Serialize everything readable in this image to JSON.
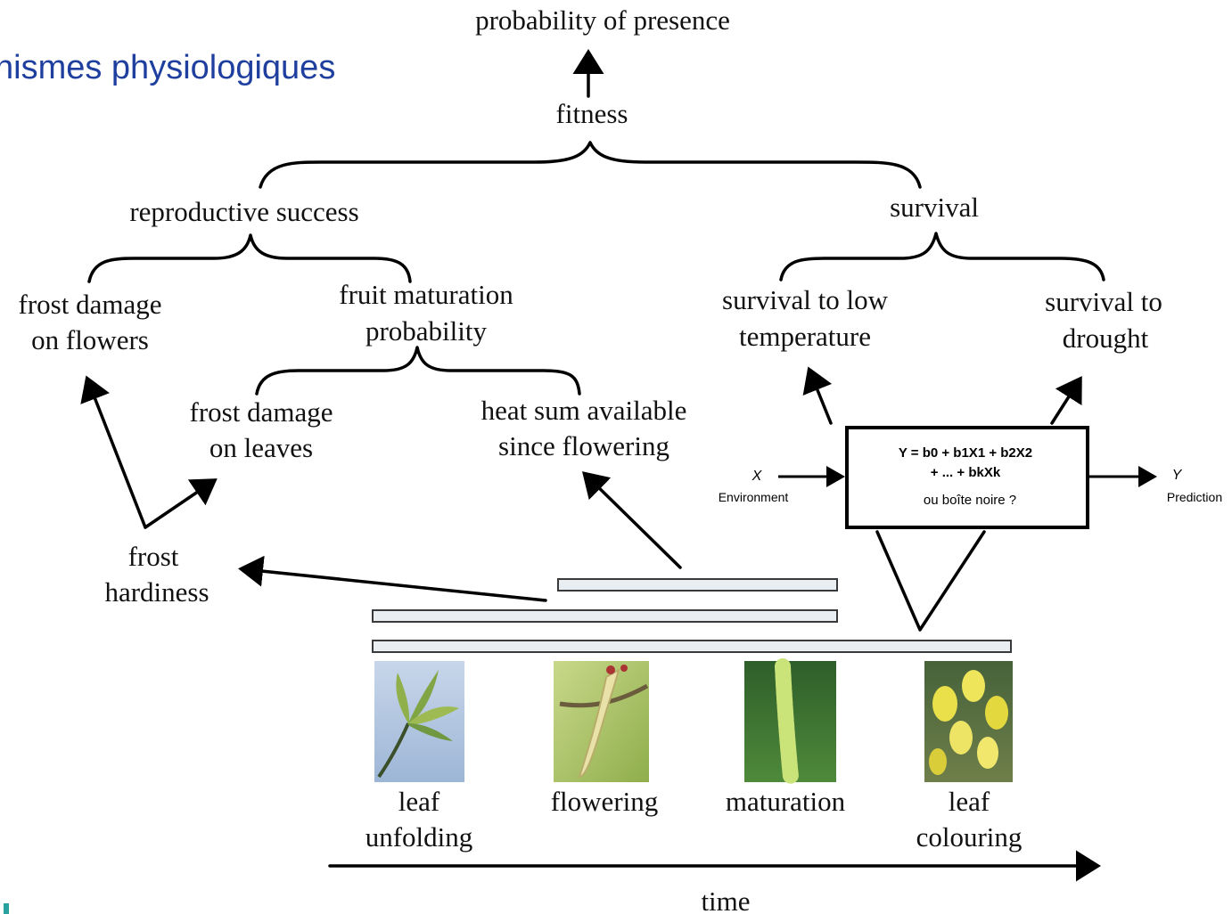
{
  "header": {
    "slide_title": "nismes physiologiques",
    "title_color": "#1f3f9f"
  },
  "diagram": {
    "top_label": "probability of presence",
    "fitness": "fitness",
    "reproductive_success": "reproductive success",
    "survival": "survival",
    "frost_damage_flowers": [
      "frost damage",
      "on flowers"
    ],
    "fruit_maturation": [
      "fruit maturation",
      "probability"
    ],
    "frost_damage_leaves": [
      "frost damage",
      "on leaves"
    ],
    "heat_sum": [
      "heat sum available",
      "since flowering"
    ],
    "survival_low_temp": [
      "survival to low",
      "temperature"
    ],
    "survival_drought": [
      "survival to",
      "drought"
    ],
    "frost_hardiness": [
      "frost",
      "hardiness"
    ],
    "model_box": {
      "equation_line1": "Y = b0 + b1X1 + b2X2",
      "equation_line2": "+ ... + bkXk",
      "subtitle": "ou boîte noire ?",
      "input_symbol": "X",
      "input_label": "Environment",
      "output_symbol": "Y",
      "output_label": "Prediction"
    },
    "stages": [
      {
        "label": [
          "leaf",
          "unfolding"
        ],
        "image": "leaf-unfolding-photo"
      },
      {
        "label": [
          "flowering"
        ],
        "image": "flowering-photo"
      },
      {
        "label": [
          "maturation"
        ],
        "image": "maturation-photo"
      },
      {
        "label": [
          "leaf",
          "colouring"
        ],
        "image": "leaf-colouring-photo"
      }
    ],
    "time_axis": "time",
    "accent_colors": {
      "bar_fill": "#e8eef1",
      "footer_mark": "#2aa3a0"
    }
  }
}
